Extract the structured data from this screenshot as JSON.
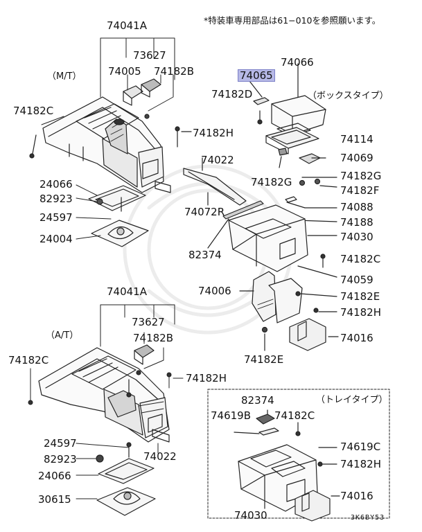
{
  "note": "*特装車専用部品は61−010を参照願います。",
  "group_labels": {
    "mt": "（M/T）",
    "at": "（A/T）",
    "box_type": "（ボックスタイプ）",
    "tray_type": "（トレイタイプ）"
  },
  "highlight_color": "#b7b9e6",
  "parts": {
    "p_74041A_top": "74041A",
    "p_73627_top": "73627",
    "p_74005": "74005",
    "p_74182B_top": "74182B",
    "p_74182C_left_top": "74182C",
    "p_74066": "74066",
    "p_74065": "74065",
    "p_74182D": "74182D",
    "p_74182H_a": "74182H",
    "p_74114": "74114",
    "p_74022_top": "74022",
    "p_74069": "74069",
    "p_24066_top": "24066",
    "p_82923_top": "82923",
    "p_24597_top": "24597",
    "p_24004": "24004",
    "p_74072R": "74072R",
    "p_74182G_a": "74182G",
    "p_74182G_b": "74182G",
    "p_74182F": "74182F",
    "p_74088": "74088",
    "p_74188": "74188",
    "p_74030_right": "74030",
    "p_82374_mid": "82374",
    "p_74182C_mid": "74182C",
    "p_74059": "74059",
    "p_74006": "74006",
    "p_74182E_a": "74182E",
    "p_74182H_b": "74182H",
    "p_74016_right": "74016",
    "p_74182E_b": "74182E",
    "p_74041A_bot": "74041A",
    "p_73627_bot": "73627",
    "p_74182B_bot": "74182B",
    "p_74182C_left_bot": "74182C",
    "p_74182H_c": "74182H",
    "p_82374_tray": "82374",
    "p_74619B": "74619B",
    "p_74182C_tray": "74182C",
    "p_74619C": "74619C",
    "p_24597_bot": "24597",
    "p_74182H_tray": "74182H",
    "p_82923_bot": "82923",
    "p_74022_bot": "74022",
    "p_24066_bot": "24066",
    "p_74016_tray": "74016",
    "p_30615": "30615",
    "p_74030_tray": "74030"
  },
  "figure_code": "3K6BY53"
}
